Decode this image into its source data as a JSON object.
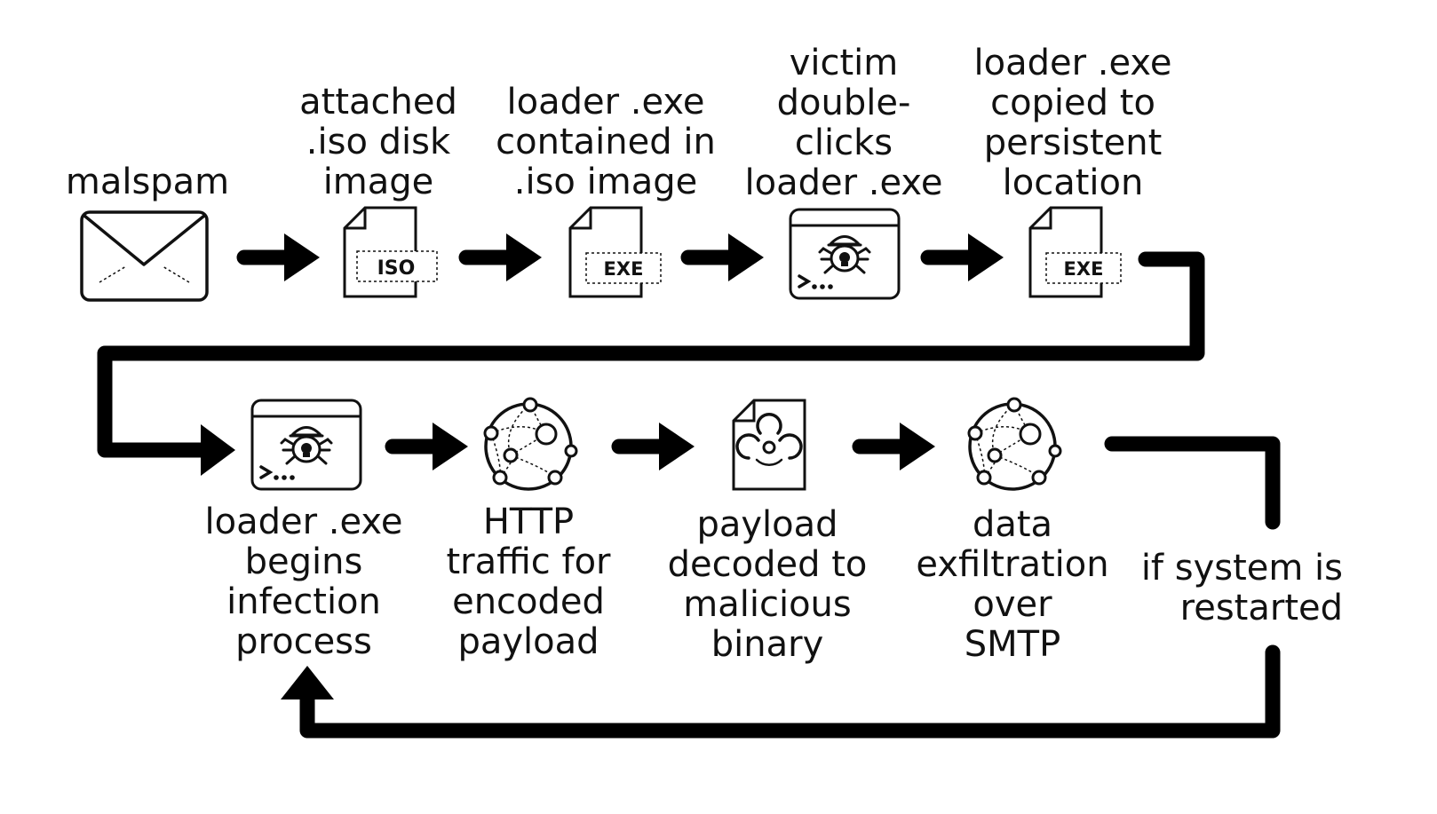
{
  "diagram": {
    "steps": [
      {
        "id": "malspam",
        "icon": "envelope-icon",
        "lines": [
          "malspam"
        ]
      },
      {
        "id": "iso",
        "icon": "iso-file-icon",
        "icon_label": "ISO",
        "lines": [
          "attached",
          ".iso disk",
          "image"
        ]
      },
      {
        "id": "contained",
        "icon": "exe-file-icon",
        "icon_label": "EXE",
        "lines": [
          "loader .exe",
          "contained in",
          ".iso image"
        ]
      },
      {
        "id": "doubleclick",
        "icon": "malware-window-icon",
        "icon_label": ">...",
        "lines": [
          "victim",
          "double-",
          "clicks",
          "loader .exe"
        ]
      },
      {
        "id": "copied",
        "icon": "exe-file-icon",
        "icon_label": "EXE",
        "lines": [
          "loader .exe",
          "copied to",
          "persistent",
          "location"
        ]
      },
      {
        "id": "infection",
        "icon": "malware-window-icon",
        "icon_label": ">...",
        "lines": [
          "loader .exe",
          "begins",
          "infection",
          "process"
        ]
      },
      {
        "id": "http",
        "icon": "network-globe-icon",
        "lines": [
          "HTTP",
          "traffic for",
          "encoded",
          "payload"
        ]
      },
      {
        "id": "decoded",
        "icon": "biohazard-file-icon",
        "lines": [
          "payload",
          "decoded to",
          "malicious",
          "binary"
        ]
      },
      {
        "id": "exfil",
        "icon": "network-globe-icon",
        "lines": [
          "data",
          "exfiltration",
          "over",
          "SMTP"
        ]
      }
    ],
    "restart_label": [
      "if system is",
      "restarted"
    ]
  }
}
